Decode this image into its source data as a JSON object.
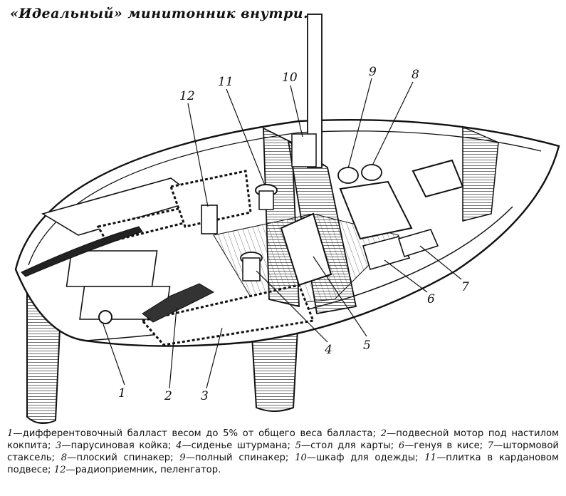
{
  "title": "«Идеальный» минитонник внутри.",
  "callouts": [
    {
      "id": "1",
      "text": "1"
    },
    {
      "id": "2",
      "text": "2"
    },
    {
      "id": "3",
      "text": "3"
    },
    {
      "id": "4",
      "text": "4"
    },
    {
      "id": "5",
      "text": "5"
    },
    {
      "id": "6",
      "text": "6"
    },
    {
      "id": "7",
      "text": "7"
    },
    {
      "id": "8",
      "text": "8"
    },
    {
      "id": "9",
      "text": "9"
    },
    {
      "id": "10",
      "text": "10"
    },
    {
      "id": "11",
      "text": "11"
    },
    {
      "id": "12",
      "text": "12"
    }
  ],
  "legend": [
    {
      "num": "1",
      "text": "—дифферентовочный балласт весом до 5% от общего веса балласта;"
    },
    {
      "num": "2",
      "text": "—подвесной мотор под настилом кокпита;"
    },
    {
      "num": "3",
      "text": "—парусиновая койка;"
    },
    {
      "num": "4",
      "text": "—сиденье штурмана;"
    },
    {
      "num": "5",
      "text": "—стол для карты;"
    },
    {
      "num": "6",
      "text": "—генуя в кисе;"
    },
    {
      "num": "7",
      "text": "—штормовой стаксель;"
    },
    {
      "num": "8",
      "text": "—плоский спинакер;"
    },
    {
      "num": "9",
      "text": "—полный спинакер;"
    },
    {
      "num": "10",
      "text": "—шкаф для одежды;"
    },
    {
      "num": "11",
      "text": "—плитка в кардановом подвесе;"
    },
    {
      "num": "12",
      "text": "—радиоприемник, пеленгатор."
    }
  ],
  "colors": {
    "ink": "#111111",
    "paper": "#ffffff",
    "hatch": "#444444"
  }
}
